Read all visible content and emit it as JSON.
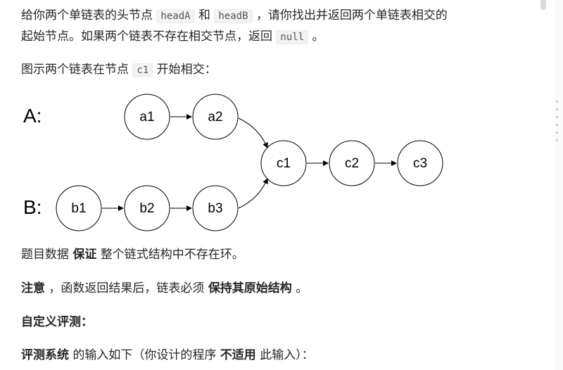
{
  "paragraph1": {
    "line1_a": "给你两个单链表的头节点",
    "code_headA": "headA",
    "line1_b": "和",
    "code_headB": "headB",
    "line1_c": "，请你找出并返回两个单链表相交的",
    "line2_a": "起始节点。如果两个链表不存在相交节点，返回",
    "code_null": "null",
    "line2_b": "。"
  },
  "paragraph2": {
    "text_a": "图示两个链表在节点",
    "code_c1": "c1",
    "text_b": "开始相交："
  },
  "diagram": {
    "label_A": "A:",
    "label_B": "B:",
    "nodes": [
      "a1",
      "a2",
      "b1",
      "b2",
      "b3",
      "c1",
      "c2",
      "c3"
    ]
  },
  "paragraph3": {
    "text_a": "题目数据",
    "bold": "保证",
    "text_b": "整个链式结构中不存在环。"
  },
  "paragraph4": {
    "bold_a": "注意",
    "text_a": "，函数返回结果后，链表必须",
    "bold_b": "保持其原始结构",
    "text_b": "。"
  },
  "paragraph5": {
    "heading": "自定义评测："
  },
  "paragraph6": {
    "bold_a": "评测系统",
    "text_a": "的输入如下（你设计的程序",
    "bold_b": "不适用",
    "text_b": "此输入）："
  }
}
